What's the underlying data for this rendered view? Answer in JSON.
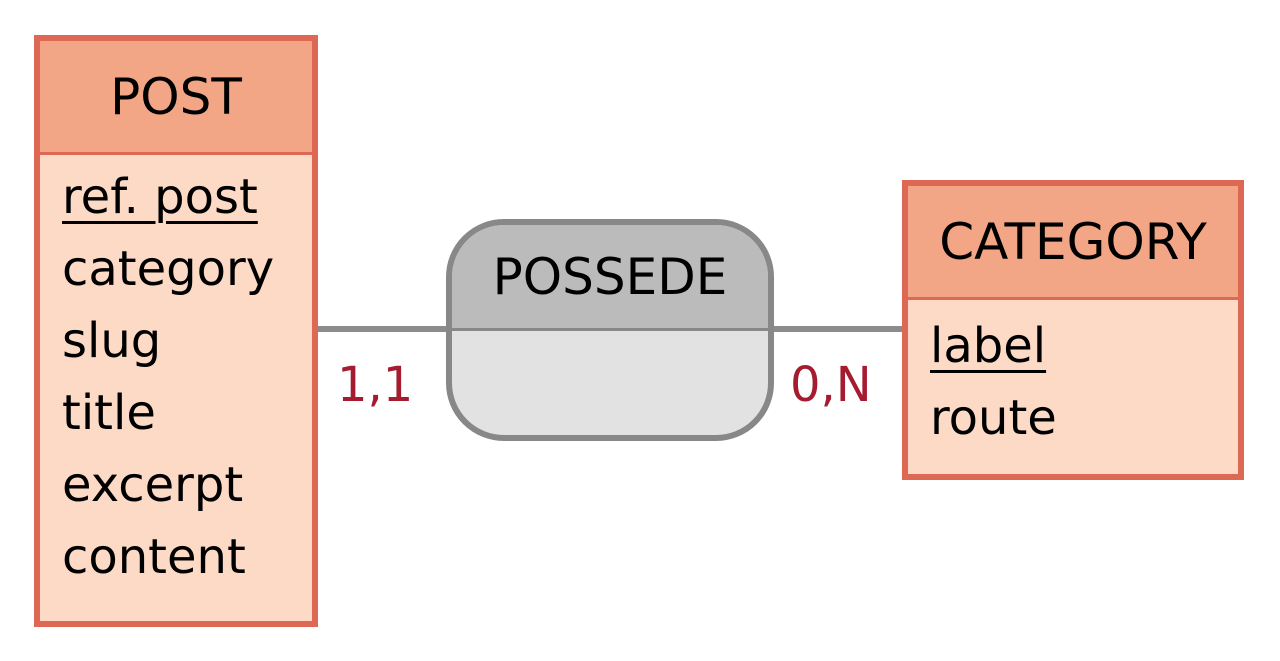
{
  "entities": {
    "post": {
      "name": "POST",
      "attributes": [
        {
          "label": "ref. post",
          "key": true
        },
        {
          "label": "category",
          "key": false
        },
        {
          "label": "slug",
          "key": false
        },
        {
          "label": "title",
          "key": false
        },
        {
          "label": "excerpt",
          "key": false
        },
        {
          "label": "content",
          "key": false
        }
      ]
    },
    "category": {
      "name": "CATEGORY",
      "attributes": [
        {
          "label": "label",
          "key": true
        },
        {
          "label": "route",
          "key": false
        }
      ]
    }
  },
  "relation": {
    "name": "POSSEDE"
  },
  "cardinalities": {
    "post_side": "1,1",
    "category_side": "0,N"
  },
  "colors": {
    "entity_border": "#dd6853",
    "entity_header": "#f3a685",
    "entity_body": "#fcdac6",
    "relation_border": "#888888",
    "relation_header": "#bbbbbb",
    "relation_body": "#e2e2e2",
    "cardinality_text": "#a51c30"
  }
}
